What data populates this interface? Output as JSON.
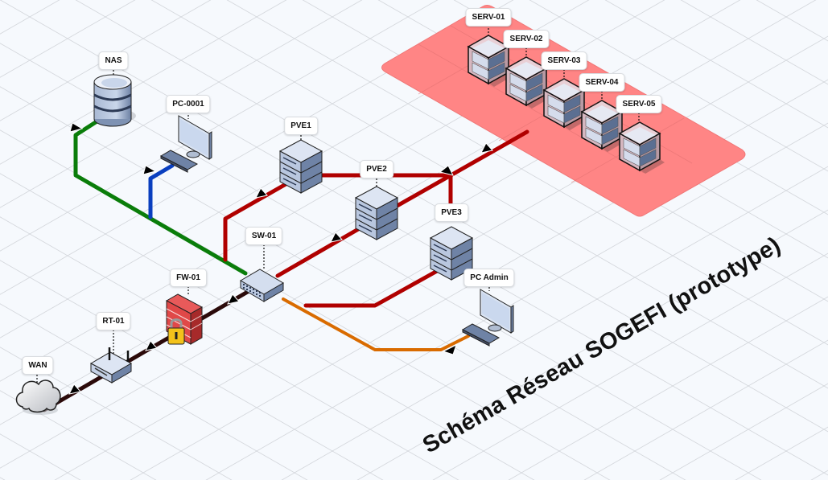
{
  "diagram": {
    "title": "Schéma Réseau SOGEFI (prototype)",
    "zone": {
      "name": "server-zone",
      "color": "#ff8585"
    },
    "nodes": [
      {
        "id": "wan",
        "label": "WAN",
        "type": "cloud"
      },
      {
        "id": "rt01",
        "label": "RT-01",
        "type": "router"
      },
      {
        "id": "fw01",
        "label": "FW-01",
        "type": "firewall"
      },
      {
        "id": "sw01",
        "label": "SW-01",
        "type": "switch"
      },
      {
        "id": "nas",
        "label": "NAS",
        "type": "storage"
      },
      {
        "id": "pc0001",
        "label": "PC-0001",
        "type": "workstation"
      },
      {
        "id": "pve1",
        "label": "PVE1",
        "type": "server"
      },
      {
        "id": "pve2",
        "label": "PVE2",
        "type": "server"
      },
      {
        "id": "pve3",
        "label": "PVE3",
        "type": "server"
      },
      {
        "id": "pcadmin",
        "label": "PC Admin",
        "type": "workstation"
      },
      {
        "id": "serv01",
        "label": "SERV-01",
        "type": "virtual-server"
      },
      {
        "id": "serv02",
        "label": "SERV-02",
        "type": "virtual-server"
      },
      {
        "id": "serv03",
        "label": "SERV-03",
        "type": "virtual-server"
      },
      {
        "id": "serv04",
        "label": "SERV-04",
        "type": "virtual-server"
      },
      {
        "id": "serv05",
        "label": "SERV-05",
        "type": "virtual-server"
      }
    ],
    "links": [
      {
        "from": "wan",
        "to": "rt01",
        "color": "#2b0a0a"
      },
      {
        "from": "rt01",
        "to": "fw01",
        "color": "#2b0a0a"
      },
      {
        "from": "fw01",
        "to": "sw01",
        "color": "#2b0a0a"
      },
      {
        "from": "sw01",
        "to": "nas",
        "color": "#0a7d0a"
      },
      {
        "from": "sw01",
        "to": "pc0001",
        "color": "#0a3fbf"
      },
      {
        "from": "sw01",
        "to": "pve1",
        "color": "#b00000"
      },
      {
        "from": "sw01",
        "to": "pve2",
        "color": "#b00000"
      },
      {
        "from": "sw01",
        "to": "pve3",
        "color": "#b00000"
      },
      {
        "from": "pve1",
        "to": "pve3",
        "color": "#b00000"
      },
      {
        "from": "pve2",
        "to": "server-zone",
        "color": "#b00000"
      },
      {
        "from": "sw01",
        "to": "pcadmin",
        "color": "#d96b00"
      }
    ]
  }
}
